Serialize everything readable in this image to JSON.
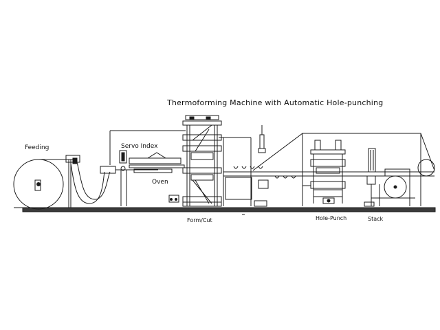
{
  "title": "Thermoforming Machine with Automatic Hole-punching",
  "labels": {
    "feeding": "Feeding",
    "servo_index": "Servo Index",
    "oven": "Oven",
    "form_cut": "Form/Cut",
    "hole_punch": "Hole-Punch",
    "stack": "Stack"
  },
  "colors": {
    "line": "#1a1a1a",
    "base": "#3a3a3a",
    "background": "#ffffff"
  }
}
